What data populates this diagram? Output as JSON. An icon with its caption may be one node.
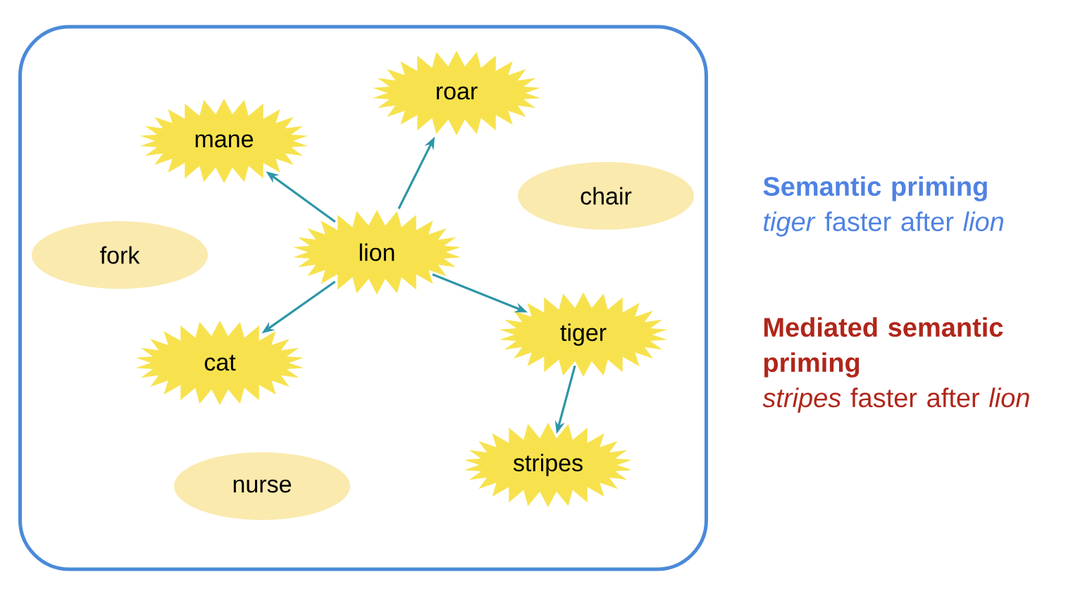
{
  "diagram": {
    "nodes": [
      {
        "text": [],
        "shape": "box"
      },
      {
        "text": [
          "mane"
        ],
        "in": 0
      },
      {
        "text": [
          "roar"
        ],
        "in": 0
      },
      {
        "text": [
          "chair"
        ],
        "in": 0
      },
      {
        "text": [
          "fork"
        ],
        "in": 0
      },
      {
        "text": [
          "lion"
        ],
        "in": 0
      },
      {
        "text": [
          "cat"
        ],
        "in": 0
      },
      {
        "text": [
          "tiger"
        ],
        "in": 0
      },
      {
        "text": [
          "nurse"
        ],
        "in": 0
      },
      {
        "text": [
          "stripes"
        ],
        "in": 0
      }
    ],
    "edges": [
      {
        "from": 5,
        "to": 1,
        "arrow": "to"
      },
      {
        "from": 5,
        "to": 2,
        "arrow": "to"
      },
      {
        "from": 5,
        "to": 6,
        "arrow": "to"
      },
      {
        "from": 5,
        "to": 7,
        "arrow": "to"
      },
      {
        "from": 7,
        "to": 9,
        "arrow": "to"
      }
    ],
    "labels": [
      "Semantic priming",
      "*tiger* faster after *lion*",
      "Mediated semantic priming",
      "*stripes* faster after *lion*"
    ]
  }
}
